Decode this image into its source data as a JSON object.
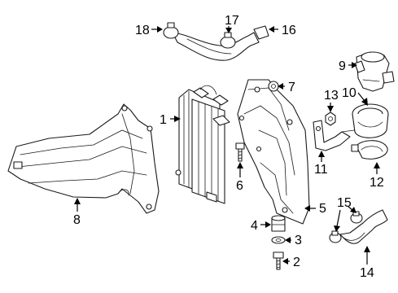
{
  "callouts": [
    {
      "id": "1",
      "part": "radiator"
    },
    {
      "id": "2",
      "part": "bolt"
    },
    {
      "id": "3",
      "part": "washer"
    },
    {
      "id": "4",
      "part": "grommet"
    },
    {
      "id": "5",
      "part": "bracket"
    },
    {
      "id": "6",
      "part": "bolt"
    },
    {
      "id": "7",
      "part": "nut"
    },
    {
      "id": "8",
      "part": "air-duct"
    },
    {
      "id": "9",
      "part": "pump"
    },
    {
      "id": "10",
      "part": "pump-insulator"
    },
    {
      "id": "11",
      "part": "pump-bracket"
    },
    {
      "id": "12",
      "part": "clamp"
    },
    {
      "id": "13",
      "part": "nut"
    },
    {
      "id": "14",
      "part": "hose"
    },
    {
      "id": "15",
      "part": "hose-clamps"
    },
    {
      "id": "16",
      "part": "upper-hose"
    },
    {
      "id": "17",
      "part": "hose-clamp"
    },
    {
      "id": "18",
      "part": "hose-clamp"
    }
  ],
  "colors": {
    "line": "#1a1a1a",
    "background": "#ffffff"
  }
}
